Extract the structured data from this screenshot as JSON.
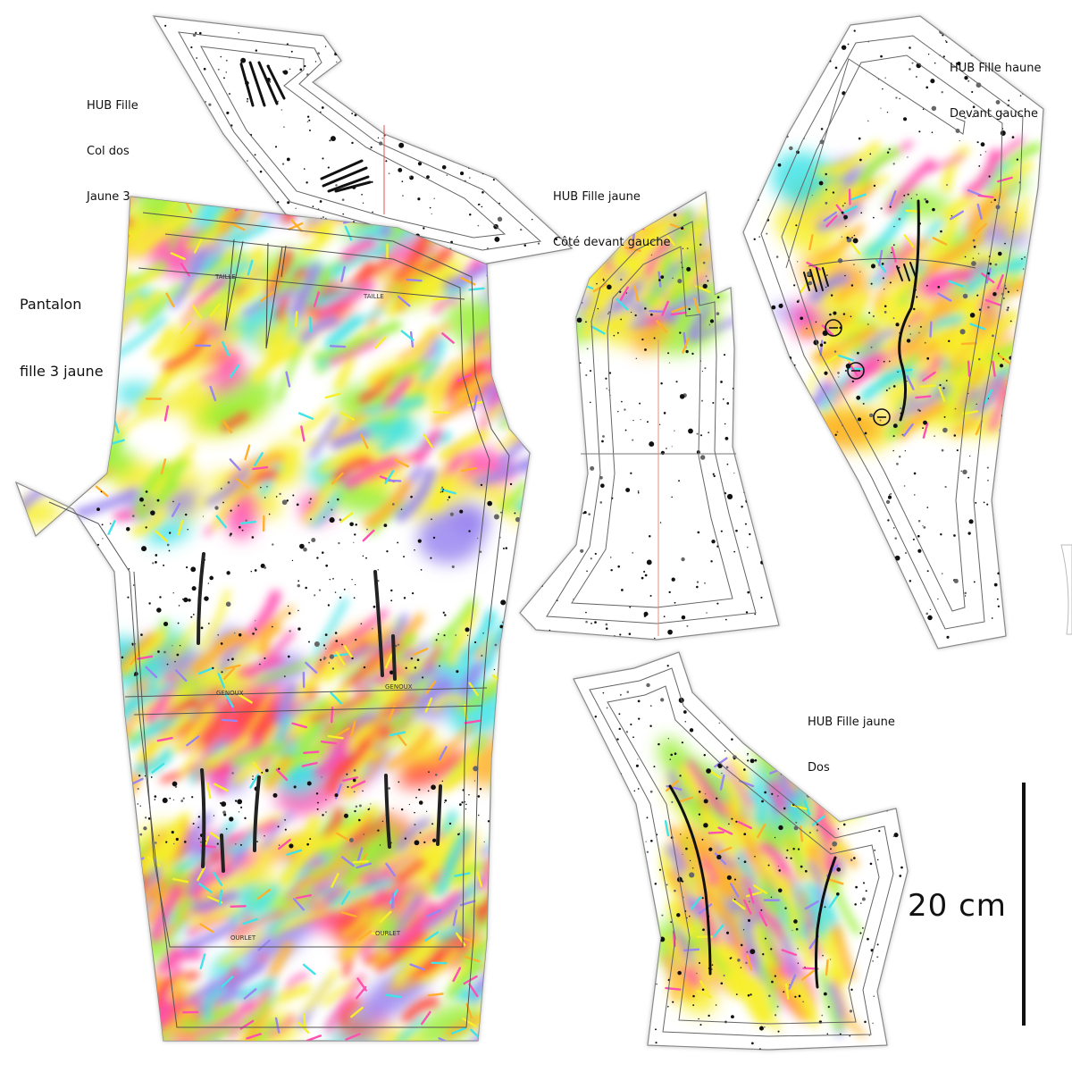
{
  "pieces": {
    "col_dos": {
      "lines": [
        "HUB Fille",
        "Col dos",
        "Jaune 3"
      ]
    },
    "cote_devant": {
      "lines": [
        "HUB Fille jaune",
        "Côté devant gauche"
      ]
    },
    "devant_gauche": {
      "lines": [
        "HUB Fille haune",
        "Devant gauche"
      ]
    },
    "dos": {
      "lines": [
        "HUB Fille jaune",
        "Dos"
      ]
    },
    "pantalon": {
      "lines": [
        "Pantalon",
        "fille 3 jaune"
      ]
    }
  },
  "pantalon_marks": {
    "taille_left": "TAILLE",
    "taille_right": "TAILLE",
    "genoux_left": "GENOUX",
    "genoux_right": "GENOUX",
    "ourlet_left": "OURLET",
    "ourlet_right": "OURLET"
  },
  "scale": {
    "label": "20 cm"
  },
  "colors": {
    "yellow": "#f7ef2a",
    "lime": "#9bef3a",
    "orange": "#ffb02a",
    "pink": "#ff4fb0",
    "purple": "#9a86f0",
    "cyan": "#3fe3e8",
    "red": "#ff4a3a",
    "outline": "#555555"
  }
}
